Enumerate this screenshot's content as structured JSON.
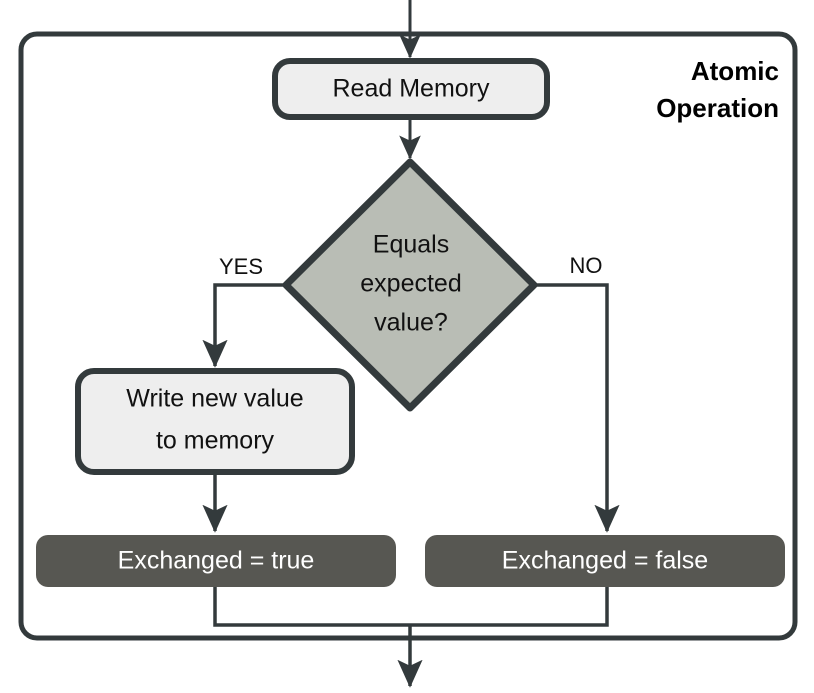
{
  "diagram": {
    "title": "Atomic Operation",
    "type": "flowchart",
    "colors": {
      "stroke": "#333a3c",
      "process_fill": "#eeeeee",
      "decision_fill": "#b9bdb5",
      "result_fill": "#575752",
      "result_text": "#ffffff",
      "text": "#111111",
      "background": "#ffffff"
    },
    "container": {
      "label": "Atomic Operation",
      "label_line1": "Atomic",
      "label_line2": "Operation"
    },
    "nodes": [
      {
        "id": "read-memory",
        "shape": "rounded-rect",
        "label": "Read Memory",
        "lines": [
          "Read Memory"
        ],
        "fill": "#eeeeee"
      },
      {
        "id": "equals-expected",
        "shape": "diamond",
        "label": "Equals expected value?",
        "lines": [
          "Equals",
          "expected",
          "value?"
        ],
        "fill": "#b9bdb5"
      },
      {
        "id": "write-new-value",
        "shape": "rounded-rect",
        "label": "Write new value to memory",
        "lines": [
          "Write new value",
          "to memory"
        ],
        "fill": "#eeeeee"
      },
      {
        "id": "exchanged-true",
        "shape": "rounded-rect",
        "label": "Exchanged = true",
        "lines": [
          "Exchanged = true"
        ],
        "fill": "#575752"
      },
      {
        "id": "exchanged-false",
        "shape": "rounded-rect",
        "label": "Exchanged = false",
        "lines": [
          "Exchanged = false"
        ],
        "fill": "#575752"
      }
    ],
    "edges": [
      {
        "id": "entry",
        "from": "external-input",
        "to": "read-memory",
        "label": ""
      },
      {
        "id": "read-to-decision",
        "from": "read-memory",
        "to": "equals-expected",
        "label": ""
      },
      {
        "id": "decision-yes",
        "from": "equals-expected",
        "to": "write-new-value",
        "label": "YES"
      },
      {
        "id": "decision-no",
        "from": "equals-expected",
        "to": "exchanged-false",
        "label": "NO"
      },
      {
        "id": "write-to-true",
        "from": "write-new-value",
        "to": "exchanged-true",
        "label": ""
      },
      {
        "id": "merge-exit",
        "from": "exchanged-true,exchanged-false",
        "to": "external-output",
        "label": ""
      }
    ],
    "edge_labels": {
      "yes": "YES",
      "no": "NO"
    }
  }
}
